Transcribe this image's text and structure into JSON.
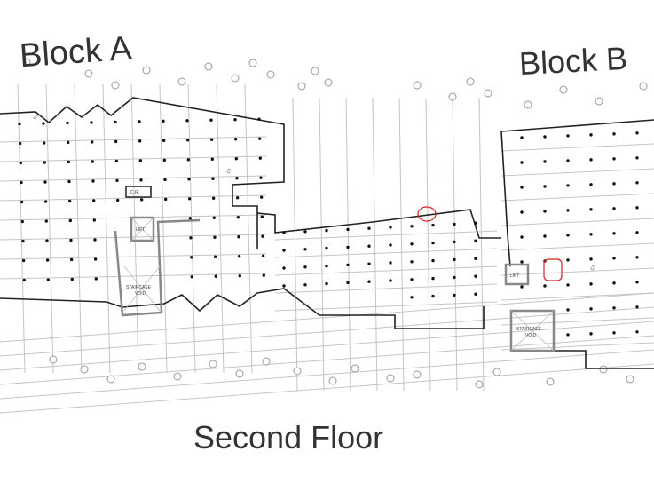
{
  "titles": {
    "block_a": "Block A",
    "block_b": "Block B",
    "floor": "Second Floor"
  },
  "rooms": {
    "lift": "LIFT",
    "stair_line1": "STAIRCASE",
    "stair_line2": "VOID",
    "cr": "C.R."
  },
  "column_tag": "C1",
  "colors": {
    "line": "#222222",
    "grid": "#bbbbbb",
    "markup": "#d62020"
  }
}
